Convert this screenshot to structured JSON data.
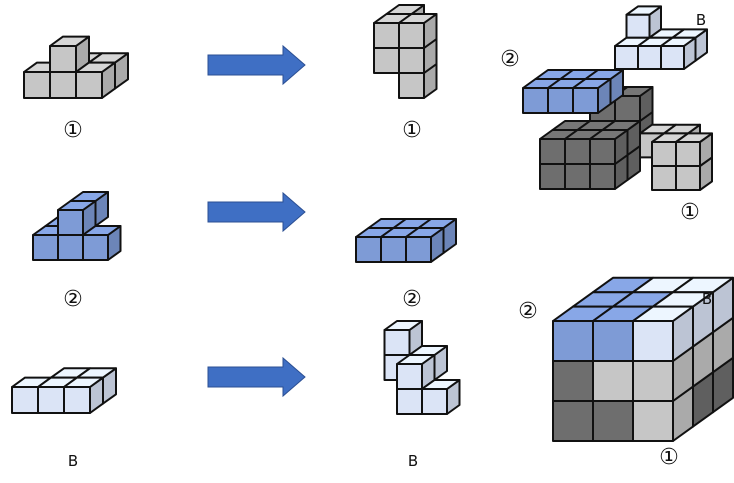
{
  "labels": {
    "piece1": "①",
    "piece2": "②",
    "pieceB": "B"
  },
  "colors": {
    "gray": "#c6c6c6",
    "dark_gray": "#6e6e6e",
    "blue": "#7e9bd6",
    "light_blue": "#dbe4f6",
    "arrow": "#3f6fc4",
    "outline": "#111111"
  }
}
